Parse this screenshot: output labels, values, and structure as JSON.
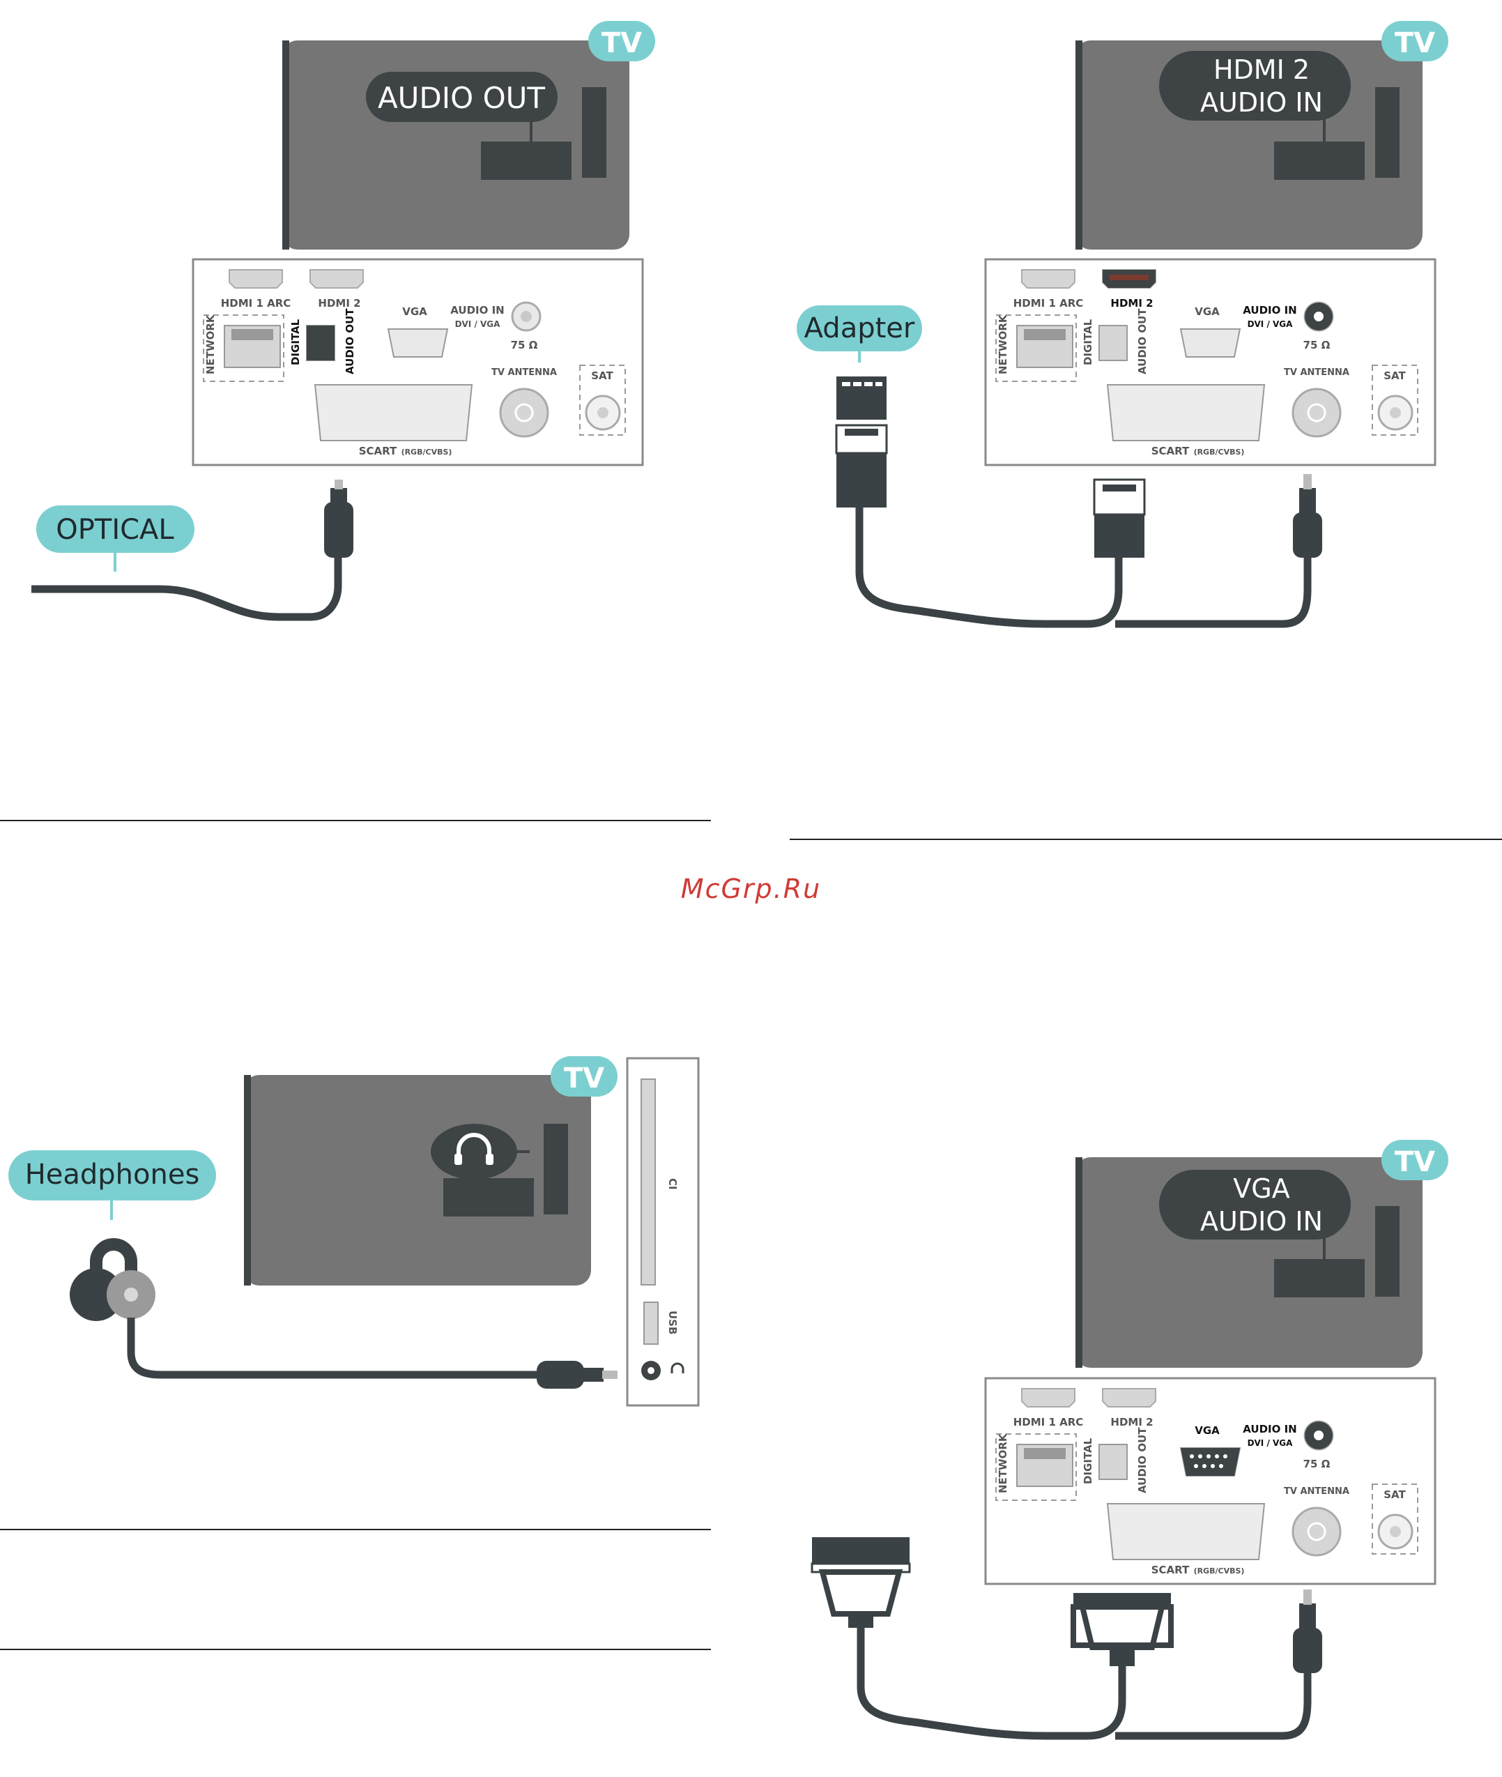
{
  "watermark": {
    "text": "McGrp.Ru",
    "color": "#d03a35"
  },
  "colors": {
    "tv_body": "#757575",
    "tv_dark": "#3e4345",
    "badge": "#7ccfd0",
    "cable": "#3b4245",
    "panel_border": "#8a8a8a",
    "port_light": "#d6d6d6"
  },
  "panels": {
    "optical": {
      "tv_badge": "TV",
      "port_label": "AUDIO OUT",
      "cable_label": "OPTICAL"
    },
    "hdmi": {
      "tv_badge": "TV",
      "port_label_line1": "HDMI 2",
      "port_label_line2": "AUDIO IN",
      "cable_label": "Adapter"
    },
    "headphones": {
      "tv_badge": "TV",
      "cable_label": "Headphones",
      "side_ci": "CI",
      "side_usb": "USB"
    },
    "vga": {
      "tv_badge": "TV",
      "port_label_line1": "VGA",
      "port_label_line2": "AUDIO IN"
    }
  },
  "connector_panel": {
    "hdmi1": "HDMI 1 ARC",
    "hdmi2": "HDMI 2",
    "network": "NETWORK",
    "digital": "DIGITAL",
    "audio_out": "AUDIO OUT",
    "vga": "VGA",
    "audio_in": "AUDIO IN",
    "audio_in_sub": "DVI / VGA",
    "ohm": "75 Ω",
    "tv_antenna": "TV ANTENNA",
    "sat": "SAT",
    "scart": "SCART",
    "scart_sub": "(RGB/CVBS)"
  }
}
